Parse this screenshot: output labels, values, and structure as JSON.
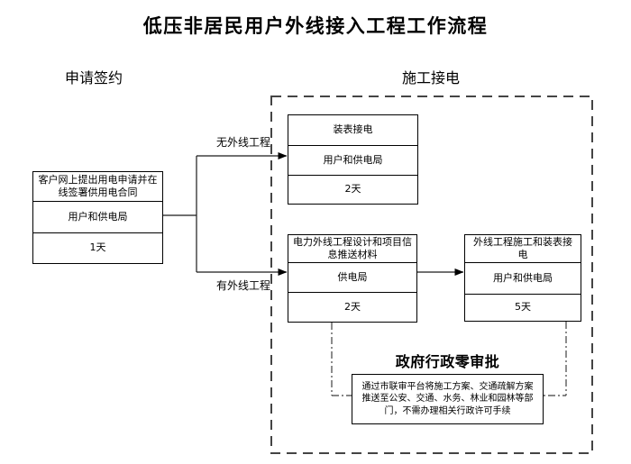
{
  "title": "低压非居民用户外线接入工程工作流程",
  "sections": {
    "apply_sign_label": "申请签约",
    "construct_connect_label": "施工接电"
  },
  "branch_labels": {
    "no_external_line": "无外线工程",
    "has_external_line": "有外线工程"
  },
  "boxes": {
    "apply": {
      "title": "客户网上提出用电申请并在线签署供用电合同",
      "owner": "用户和供电局",
      "duration": "1天"
    },
    "meter": {
      "title": "装表接电",
      "owner": "用户和供电局",
      "duration": "2天"
    },
    "design": {
      "title": "电力外线工程设计和项目信息推送材料",
      "owner": "供电局",
      "duration": "2天"
    },
    "construct": {
      "title": "外线工程施工和装表接电",
      "owner": "用户和供电局",
      "duration": "5天"
    }
  },
  "gov": {
    "heading": "政府行政零审批",
    "note_lines": [
      "通过市联审平台将施工方案、交通疏解方案",
      "推送至公安、交通、水务、林业和园林等部",
      "门，不需办理相关行政许可手续"
    ]
  },
  "colors": {
    "text": "#000000",
    "line": "#1a1a1a",
    "dashed_border": "#444444",
    "background": "#ffffff"
  }
}
